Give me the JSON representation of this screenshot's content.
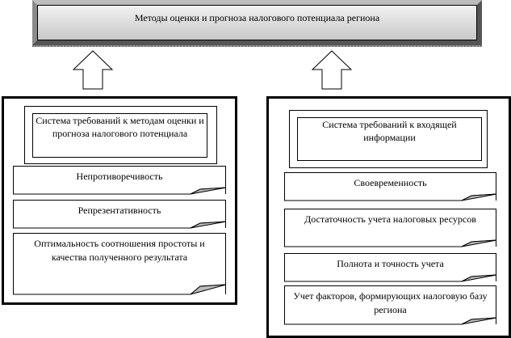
{
  "title": "Методы оценки и прогноза налогового потенциала региона",
  "left_panel": {
    "header": "Система требований к методам оценки и прогноза налогового потенциала",
    "items": [
      "Непротиворечивость",
      "Репрезентативность",
      "Оптимальность  соотношения простоты и качества полученного результата"
    ]
  },
  "right_panel": {
    "header": "Система требований к входящей информации",
    "items": [
      "Своевременность",
      "Достаточность учета налоговых ресурсов",
      "Полнота и точность учета",
      "Учет факторов, формирующих налоговую базу региона"
    ]
  }
}
